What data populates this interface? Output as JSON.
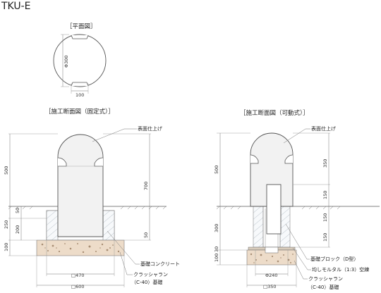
{
  "title": "TKU-E",
  "plan": {
    "caption": "［平面図］",
    "diameter_label": "Φ300",
    "width_label": "100"
  },
  "fixed_section": {
    "caption": "［施工断面図（固定式）］",
    "left_dims": [
      "500",
      "50",
      "200",
      "250",
      "100"
    ],
    "right_dims": [
      "700",
      "50"
    ],
    "bottom_dims": [
      "□470",
      "□600"
    ],
    "callouts": {
      "finish": "表面仕上げ",
      "foundation": "基礎コンクリート",
      "crusher_run_1": "クラッシャラン",
      "crusher_run_2": "（C-40）基礎"
    }
  },
  "movable_section": {
    "caption": "［施工断面図（可動式）］",
    "left_dims": [
      "500",
      "300",
      "100",
      "30"
    ],
    "right_dims": [
      "350",
      "150",
      "150",
      "150"
    ],
    "bottom_dims": [
      "Φ240",
      "□350"
    ],
    "callouts": {
      "finish": "表面仕上げ",
      "block": "基礎ブロック（D型）",
      "mortar": "均しモルタル（1:3）空練",
      "crusher_run_1": "クラッシャラン",
      "crusher_run_2": "（C-40）基礎"
    }
  }
}
